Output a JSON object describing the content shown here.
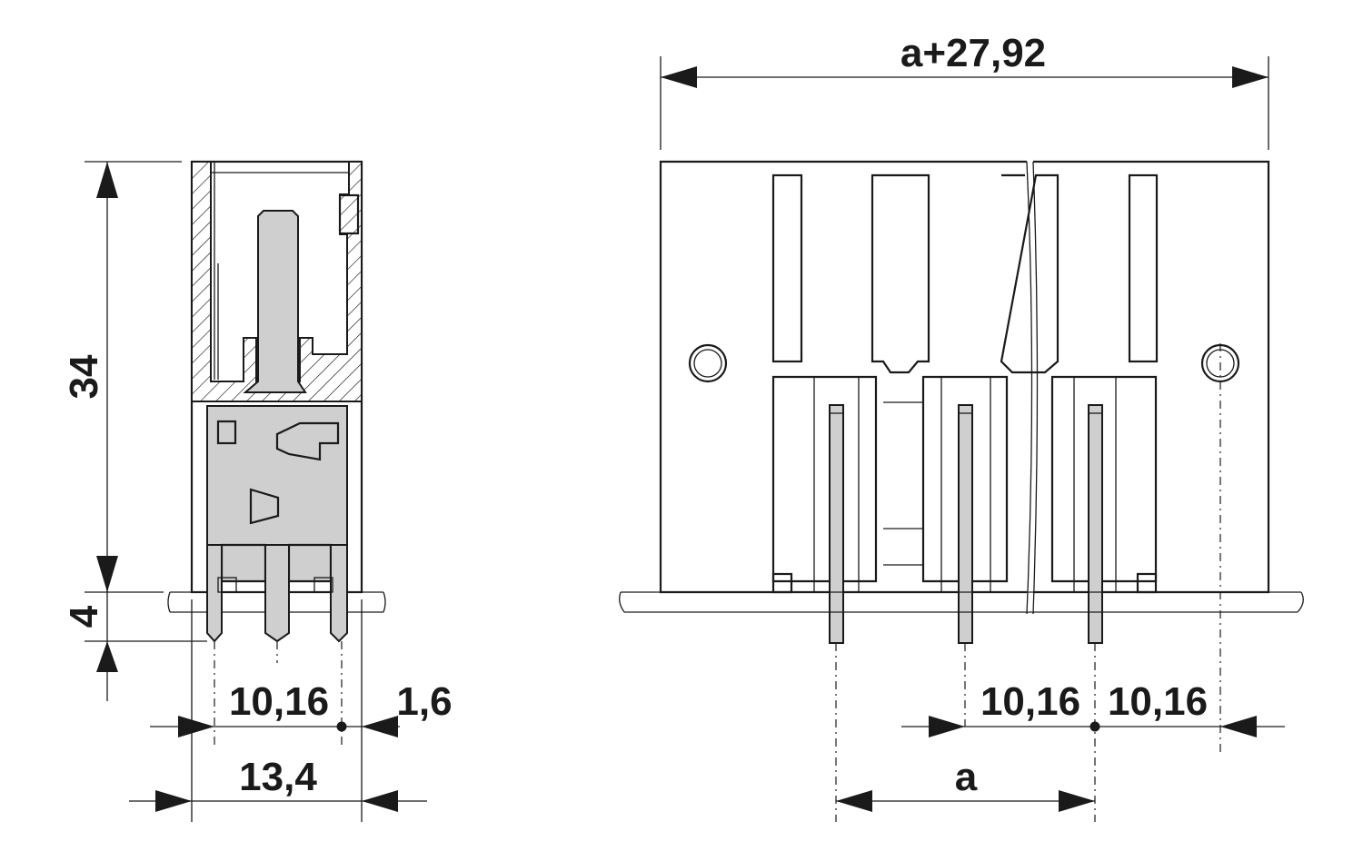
{
  "side_view": {
    "height_label": "34",
    "pin_length_label": "4",
    "pitch_label": "10,16",
    "offset_label": "1,6",
    "width_label": "13,4"
  },
  "front_view": {
    "total_length_label": "a+27,92",
    "pitch_left_label": "10,16",
    "pitch_right_label": "10,16",
    "span_label": "a"
  }
}
